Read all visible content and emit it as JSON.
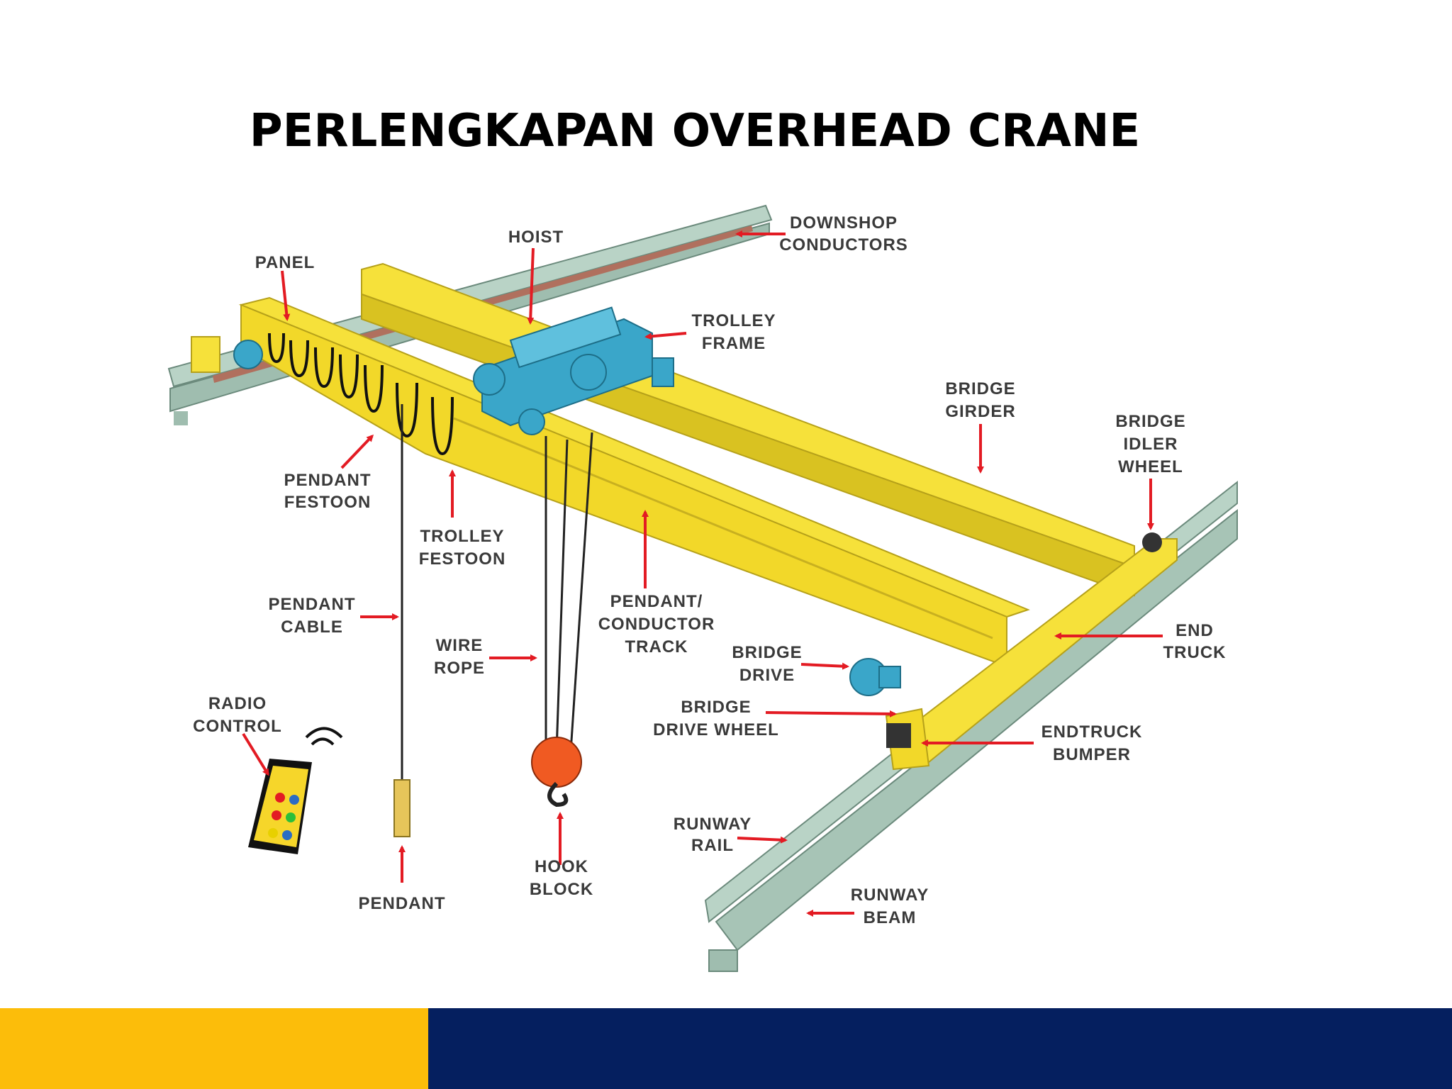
{
  "title": "PERLENGKAPAN OVERHEAD CRANE",
  "labels": {
    "panel": "PANEL",
    "hoist": "HOIST",
    "downshop_1": "DOWNSHOP",
    "downshop_2": "CONDUCTORS",
    "trolley_frame_1": "TROLLEY",
    "trolley_frame_2": "FRAME",
    "bridge_girder_1": "BRIDGE",
    "bridge_girder_2": "GIRDER",
    "idler_1": "BRIDGE",
    "idler_2": "IDLER",
    "idler_3": "WHEEL",
    "pendant_festoon_1": "PENDANT",
    "pendant_festoon_2": "FESTOON",
    "trolley_festoon_1": "TROLLEY",
    "trolley_festoon_2": "FESTOON",
    "pendant_cable_1": "PENDANT",
    "pendant_cable_2": "CABLE",
    "conductor_track_1": "PENDANT/",
    "conductor_track_2": "CONDUCTOR",
    "conductor_track_3": "TRACK",
    "wire_rope_1": "WIRE",
    "wire_rope_2": "ROPE",
    "bridge_drive_1": "BRIDGE",
    "bridge_drive_2": "DRIVE",
    "end_truck_1": "END",
    "end_truck_2": "TRUCK",
    "radio_1": "RADIO",
    "radio_2": "CONTROL",
    "drive_wheel_1": "BRIDGE",
    "drive_wheel_2": "DRIVE WHEEL",
    "bumper_1": "ENDTRUCK",
    "bumper_2": "BUMPER",
    "runway_rail_1": "RUNWAY",
    "runway_rail_2": "RAIL",
    "hook_block_1": "HOOK",
    "hook_block_2": "BLOCK",
    "pendant": "PENDANT",
    "runway_beam_1": "RUNWAY",
    "runway_beam_2": "BEAM"
  },
  "colors": {
    "crane_yellow": "#f6e13a",
    "crane_yellow_dark": "#d9c221",
    "trolley_blue": "#3aa6c9",
    "runway_green": "#b9d3c6",
    "arrow_red": "#e31b23",
    "hook_orange": "#f05a22",
    "footer_yellow": "#fcbd0a",
    "footer_navy": "#051f5f"
  }
}
